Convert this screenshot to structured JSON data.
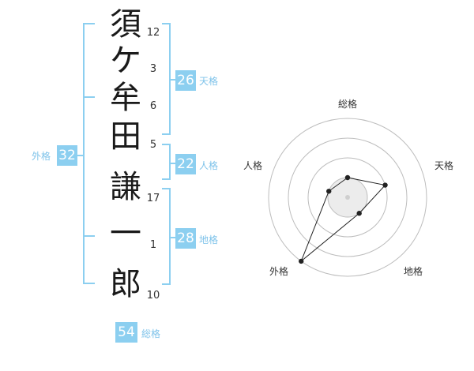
{
  "name": {
    "chars": [
      "須",
      "ケ",
      "牟",
      "田",
      "謙",
      "一",
      "郎"
    ],
    "strokes": [
      "12",
      "3",
      "6",
      "5",
      "17",
      "1",
      "10"
    ]
  },
  "kakusu": {
    "tenkaku": {
      "value": "26",
      "label": "天格"
    },
    "jinkaku": {
      "value": "22",
      "label": "人格"
    },
    "chikaku": {
      "value": "28",
      "label": "地格"
    },
    "gaikaku": {
      "value": "32",
      "label": "外格"
    },
    "soukaku": {
      "value": "54",
      "label": "総格"
    }
  },
  "chart_data": {
    "type": "radar",
    "axes": [
      "総格",
      "天格",
      "地格",
      "外格",
      "人格"
    ],
    "values": [
      1,
      2,
      1,
      4,
      1
    ],
    "max": 4
  }
}
